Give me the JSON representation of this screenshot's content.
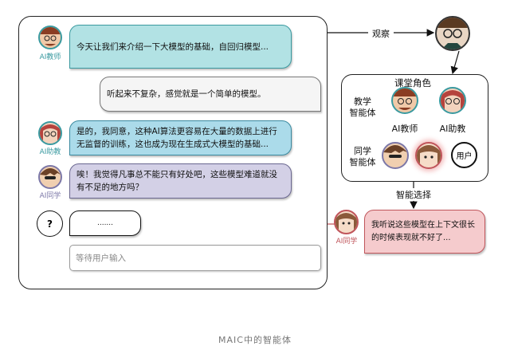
{
  "chat": {
    "messages": [
      {
        "speaker": "AI教师",
        "text": "今天让我们来介绍一下大模型的基础，自回归模型..."
      },
      {
        "speaker": "",
        "text": "听起来不复杂，感觉就是一个简单的模型。"
      },
      {
        "speaker": "AI助教",
        "text": "是的，我同意，这种AI算法更容易在大量的数据上进行无监督的训练，这也成为现在生成式大模型的基础..."
      },
      {
        "speaker": "AI同学",
        "text": "唉！我觉得凡事总不能只有好处吧，这些模型难道就没有不足的地方吗？"
      }
    ],
    "unknown_speaker": "?",
    "pending_text": ".......",
    "input_placeholder": "等待用户输入"
  },
  "flow": {
    "observe_label": "观察",
    "select_label": "智能选择"
  },
  "roles": {
    "title": "课堂角色",
    "teaching_group": "教学\n智能体",
    "teacher": "AI教师",
    "assistant": "AI助教",
    "classmate_group": "同学\n智能体",
    "user": "用户"
  },
  "response": {
    "speaker": "AI同学",
    "text": "我听说这些模型在上下文很长的时候表现就不好了..."
  },
  "caption": "MAIC中的智能体",
  "colors": {
    "teacher": "#b2e2e4",
    "assistant": "#abdbea",
    "classmate": "#d3d0e6",
    "response": "#f5cbcd",
    "arrow_red": "#c0555b"
  }
}
